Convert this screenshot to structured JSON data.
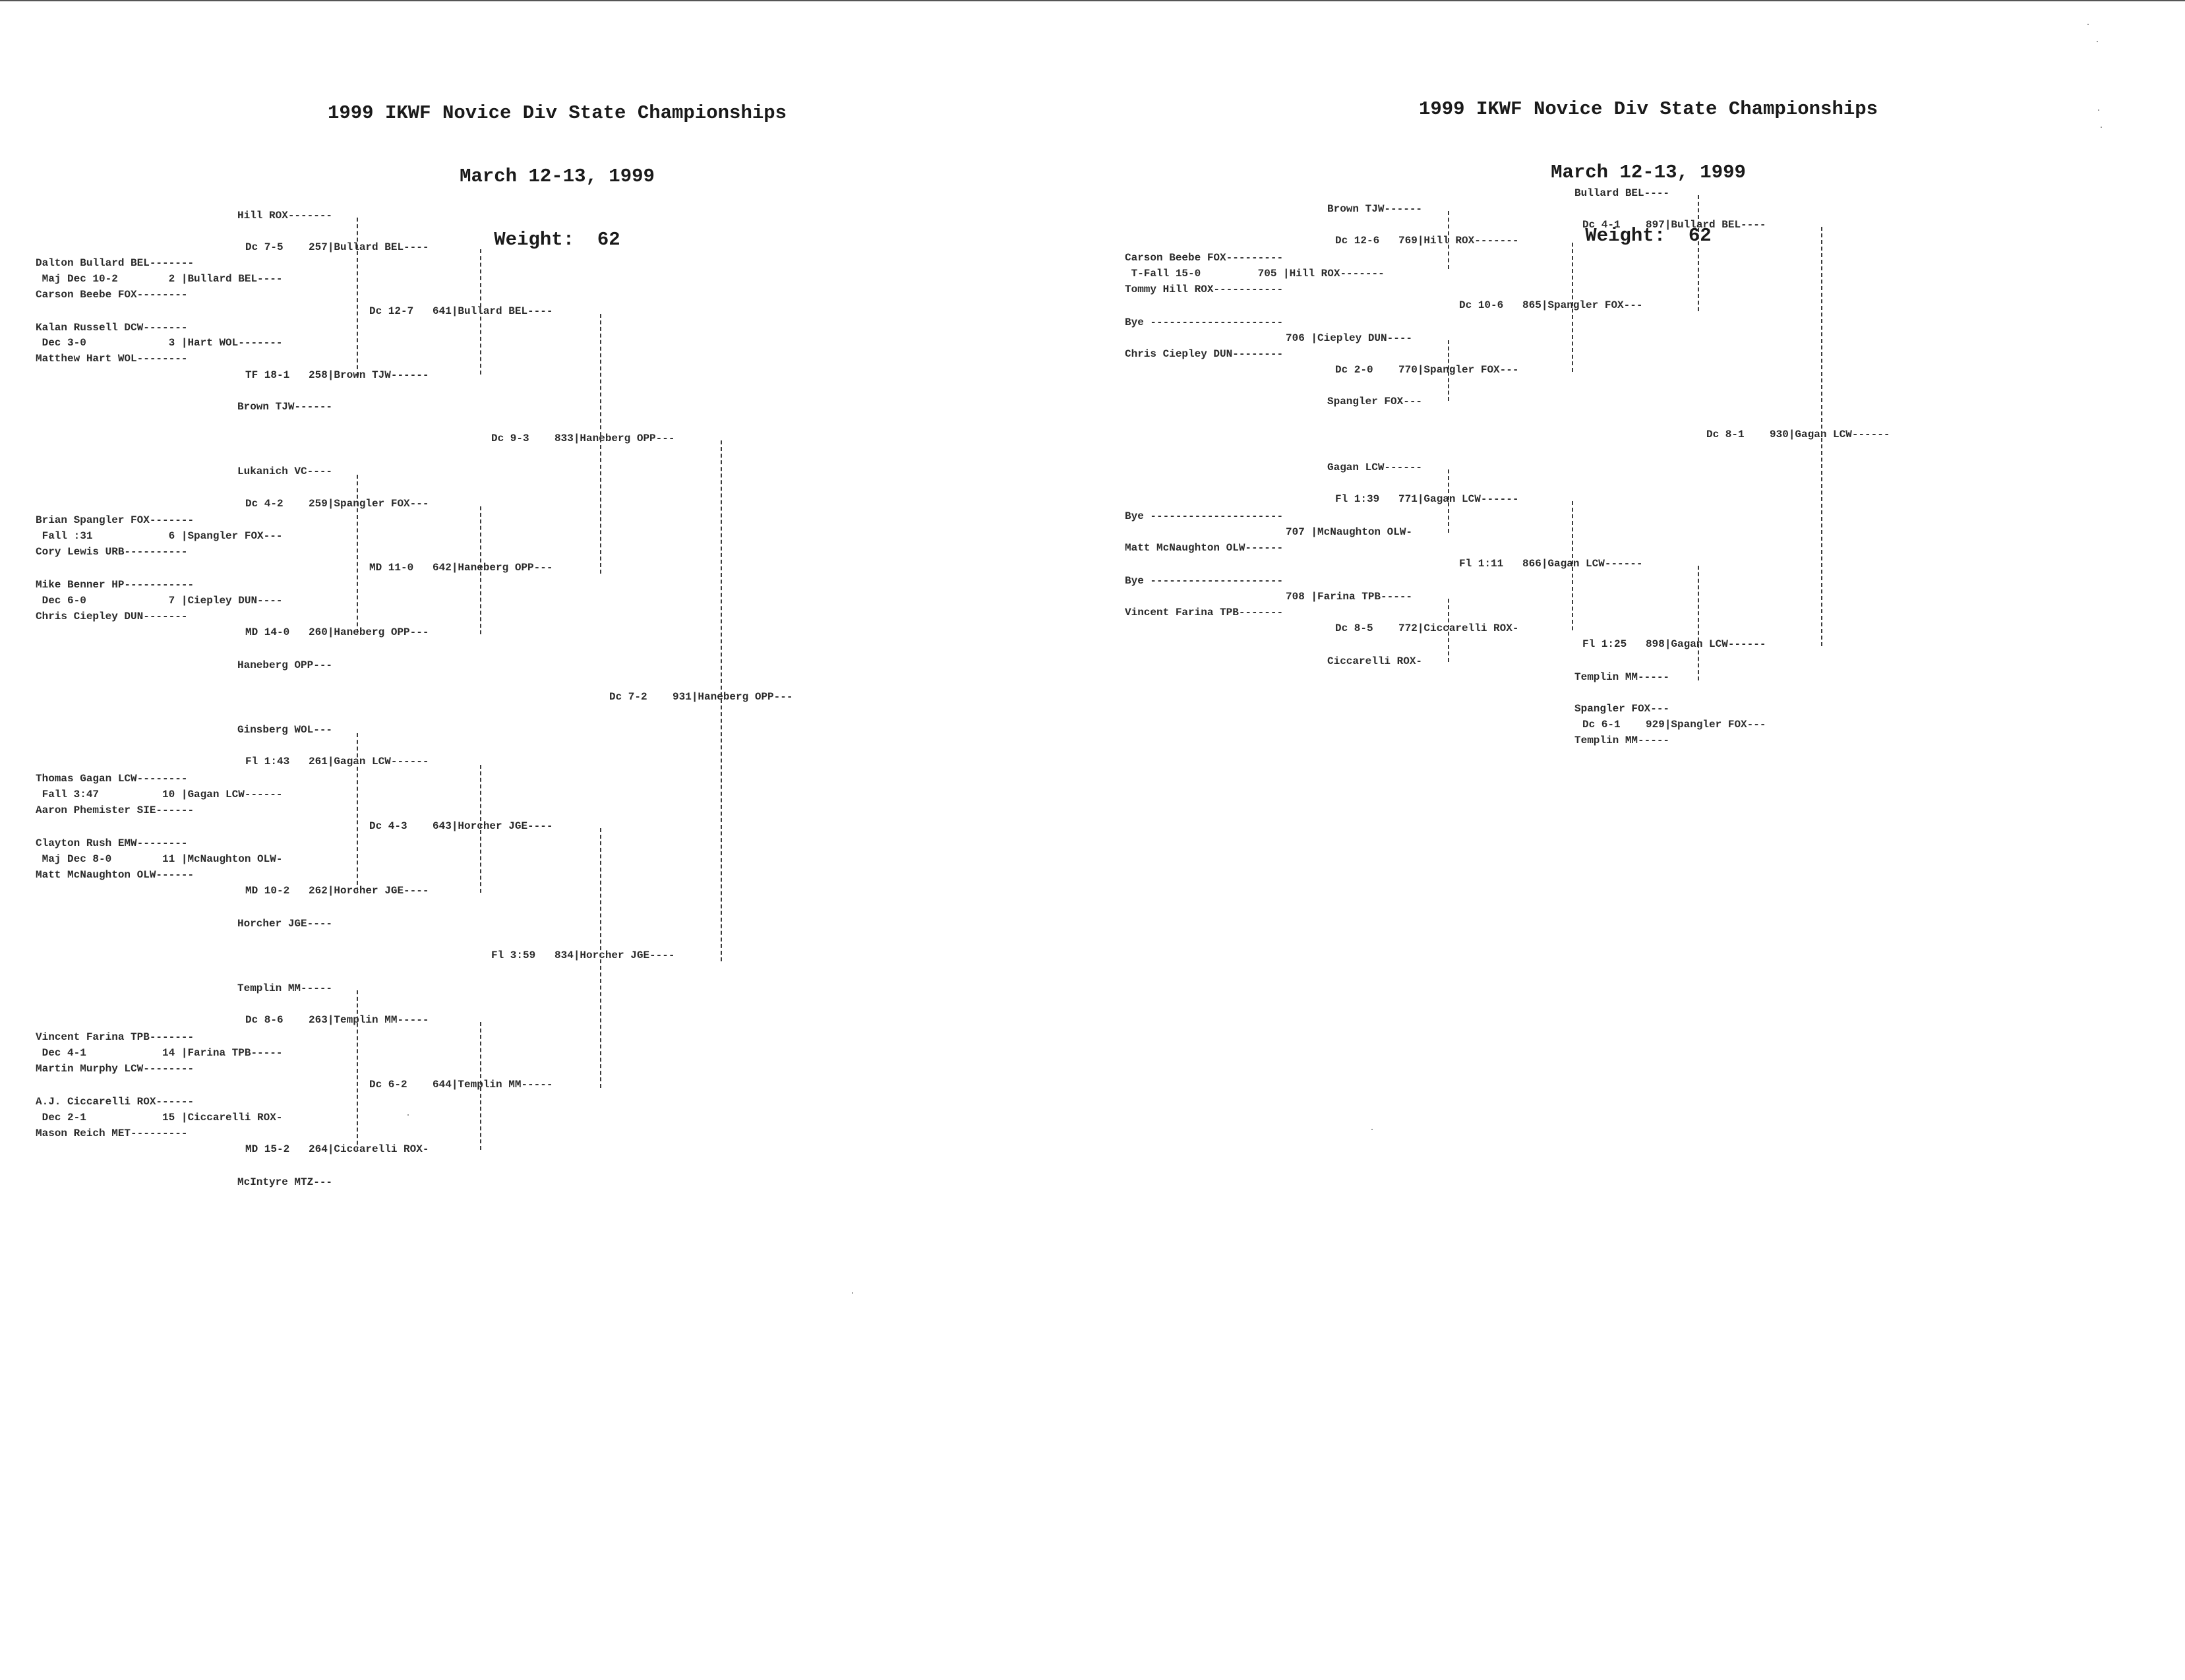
{
  "left_sheet": {
    "header": {
      "title": "1999 IKWF Novice Div State Championships",
      "date": "March 12-13, 1999",
      "weight": "Weight:  62"
    },
    "lines": {
      "hill_rox": "Hill ROX-------",
      "r257": "Dc 7-5    257|Bullard BEL----",
      "dalton": "Dalton Bullard BEL-------",
      "m2": " Maj Dec 10-2        2 |Bullard BEL----",
      "carson": "Carson Beebe FOX--------",
      "r641": "Dc 12-7   641|Bullard BEL----",
      "kalan": "Kalan Russell DCW-------",
      "m3": " Dec 3-0             3 |Hart WOL-------",
      "hart": "Matthew Hart WOL--------",
      "r258": "TF 18-1   258|Brown TJW------",
      "brown": "Brown TJW------",
      "r833": "Dc 9-3    833|Haneberg OPP---",
      "lukanich": "Lukanich VC----",
      "r259": "Dc 4-2    259|Spangler FOX---",
      "brian": "Brian Spangler FOX-------",
      "m6": " Fall :31            6 |Spangler FOX---",
      "cory": "Cory Lewis URB----------",
      "r642": "MD 11-0   642|Haneberg OPP---",
      "mike": "Mike Benner HP-----------",
      "m7": " Dec 6-0             7 |Ciepley DUN----",
      "chris": "Chris Ciepley DUN-------",
      "r260": "MD 14-0   260|Haneberg OPP---",
      "haneberg": "Haneberg OPP---",
      "r931": "Dc 7-2    931|Haneberg OPP---",
      "ginsberg": "Ginsberg WOL---",
      "r261": "Fl 1:43   261|Gagan LCW------",
      "thomas": "Thomas Gagan LCW--------",
      "m10": " Fall 3:47          10 |Gagan LCW------",
      "aaron": "Aaron Phemister SIE------",
      "r643": "Dc 4-3    643|Horcher JGE----",
      "clayton": "Clayton Rush EMW--------",
      "m11": " Maj Dec 8-0        11 |McNaughton OLW-",
      "matt": "Matt McNaughton OLW------",
      "r262": "MD 10-2   262|Horcher JGE----",
      "horcher": "Horcher JGE----",
      "r834": "Fl 3:59   834|Horcher JGE----",
      "templin": "Templin MM-----",
      "r263": "Dc 8-6    263|Templin MM-----",
      "vincent": "Vincent Farina TPB-------",
      "m14": " Dec 4-1            14 |Farina TPB-----",
      "martin": "Martin Murphy LCW--------",
      "r644": "Dc 6-2    644|Templin MM-----",
      "aj": "A.J. Ciccarelli ROX------",
      "m15": " Dec 2-1            15 |Ciccarelli ROX-",
      "mason": "Mason Reich MET---------",
      "r264": "MD 15-2   264|Ciccarelli ROX-",
      "mcintyre": "McIntyre MTZ---"
    }
  },
  "right_sheet": {
    "header": {
      "title": "1999 IKWF Novice Div State Championships",
      "date": "March 12-13, 1999",
      "weight": "Weight:  62"
    },
    "lines": {
      "bullard_top": "Bullard BEL----",
      "brown": "Brown TJW------",
      "r897": "Dc 4-1    897|Bullard BEL----",
      "r769": "Dc 12-6   769|Hill ROX-------",
      "carson": "Carson Beebe FOX---------",
      "m705": " T-Fall 15-0         705 |Hill ROX-------",
      "tommy": "Tommy Hill ROX-----------",
      "r865": "Dc 10-6   865|Spangler FOX---",
      "bye1": "Bye ---------------------",
      "m706": "706 |Ciepley DUN----",
      "chris": "Chris Ciepley DUN--------",
      "r770": "Dc 2-0    770|Spangler FOX---",
      "spangler": "Spangler FOX---",
      "r930": "Dc 8-1    930|Gagan LCW------",
      "gagan": "Gagan LCW------",
      "r771": "Fl 1:39   771|Gagan LCW------",
      "bye2": "Bye ---------------------",
      "m707": "707 |McNaughton OLW-",
      "matt": "Matt McNaughton OLW------",
      "r866": "Fl 1:11   866|Gagan LCW------",
      "bye3": "Bye ---------------------",
      "m708": "708 |Farina TPB-----",
      "vincent": "Vincent Farina TPB-------",
      "r772": "Dc 8-5    772|Ciccarelli ROX-",
      "ciccarelli": "Ciccarelli ROX-",
      "r898": "Fl 1:25   898|Gagan LCW------",
      "templin1": "Templin MM-----",
      "spangler2": "Spangler FOX---",
      "r929": "Dc 6-1    929|Spangler FOX---",
      "templin2": "Templin MM-----"
    }
  }
}
